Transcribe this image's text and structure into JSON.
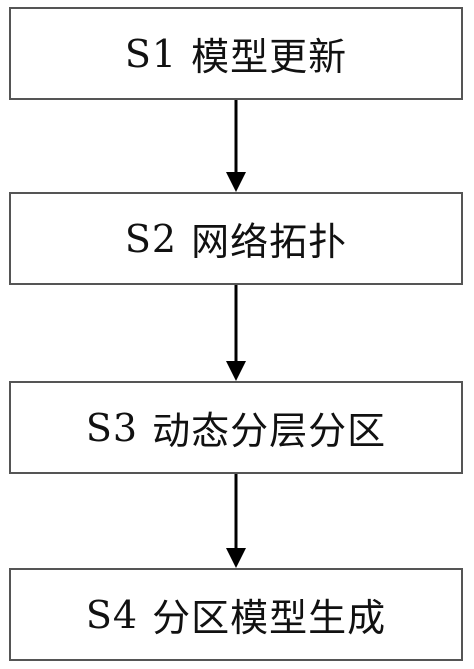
{
  "steps": [
    {
      "id": "S1",
      "label": "模型更新"
    },
    {
      "id": "S2",
      "label": "网络拓扑"
    },
    {
      "id": "S3",
      "label": "动态分层分区"
    },
    {
      "id": "S4",
      "label": "分区模型生成"
    }
  ],
  "colors": {
    "box_border": "#555555",
    "arrow": "#000000",
    "text": "#111111"
  }
}
